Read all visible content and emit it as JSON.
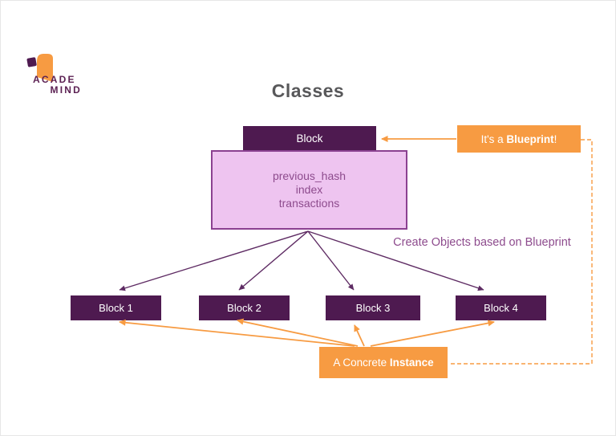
{
  "logo": {
    "line1": "ACADE",
    "line2": "MIND"
  },
  "title": "Classes",
  "class_diagram": {
    "class_name": "Block",
    "attributes": [
      "previous_hash",
      "index",
      "transactions"
    ]
  },
  "notes": {
    "blueprint": {
      "prefix": "It's a ",
      "bold": "Blueprint",
      "suffix": "!"
    },
    "instance": {
      "prefix": "A Concrete ",
      "bold": "Instance",
      "suffix": ""
    },
    "create_annotation": "Create Objects based on Blueprint"
  },
  "instances": [
    {
      "label": "Block 1"
    },
    {
      "label": "Block 2"
    },
    {
      "label": "Block 3"
    },
    {
      "label": "Block 4"
    }
  ],
  "colors": {
    "accent_orange": "#f79b42",
    "dark_purple": "#4e1a50",
    "lavender_fill": "#eec4f0",
    "lavender_border": "#8b4191",
    "purple_text": "#8d4b8d",
    "line_purple": "#5e2b63",
    "title_gray": "#58585a",
    "logo_purple": "#5c2153"
  }
}
